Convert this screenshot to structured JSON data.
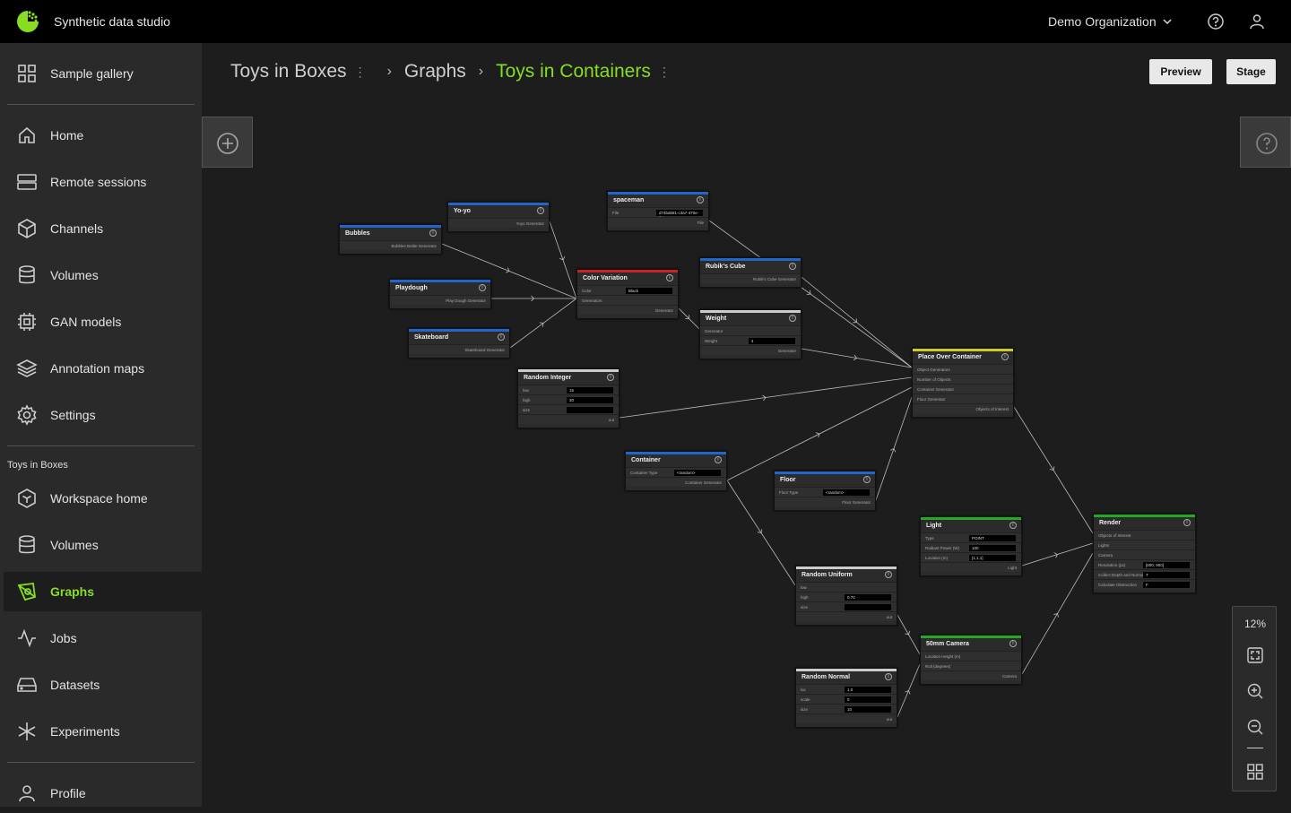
{
  "header": {
    "app_title": "Synthetic data studio",
    "organization": "Demo Organization"
  },
  "sidebar": {
    "items": [
      {
        "label": "Sample gallery",
        "icon": "grid-icon"
      },
      {
        "label": "Home",
        "icon": "home-icon"
      },
      {
        "label": "Remote sessions",
        "icon": "server-icon"
      },
      {
        "label": "Channels",
        "icon": "cube-icon"
      },
      {
        "label": "Volumes",
        "icon": "database-icon"
      },
      {
        "label": "GAN models",
        "icon": "chip-icon"
      },
      {
        "label": "Annotation maps",
        "icon": "layers-icon"
      },
      {
        "label": "Settings",
        "icon": "gear-icon"
      }
    ],
    "workspace_label": "Toys in Boxes",
    "workspace_items": [
      {
        "label": "Workspace home",
        "icon": "cube-outline-icon"
      },
      {
        "label": "Volumes",
        "icon": "database-icon"
      },
      {
        "label": "Graphs",
        "icon": "graph-icon",
        "active": true
      },
      {
        "label": "Jobs",
        "icon": "activity-icon"
      },
      {
        "label": "Datasets",
        "icon": "drive-icon"
      },
      {
        "label": "Experiments",
        "icon": "asterisk-icon"
      }
    ],
    "profile_label": "Profile"
  },
  "breadcrumb": {
    "workspace": "Toys in Boxes",
    "section": "Graphs",
    "current": "Toys in Containers"
  },
  "actions": {
    "preview": "Preview",
    "stage": "Stage"
  },
  "zoom": {
    "level": "12%"
  },
  "colors": {
    "accent": "#88dd22",
    "node_blue": "#2266cc",
    "node_red": "#cc2222",
    "node_white": "#cccccc",
    "node_yellow": "#cccc22",
    "node_green": "#22aa22"
  },
  "graph": {
    "nodes": [
      {
        "id": "bubbles",
        "title": "Bubbles",
        "color": "node_blue",
        "rows": [
          {
            "label": "Bubbles Bottle Generator",
            "type": "out"
          }
        ]
      },
      {
        "id": "yoyo",
        "title": "Yo-yo",
        "color": "node_blue",
        "rows": [
          {
            "label": "Yoyo Generator",
            "type": "out"
          }
        ]
      },
      {
        "id": "spaceman",
        "title": "spaceman",
        "color": "node_blue",
        "rows": [
          {
            "label": "File",
            "type": "in",
            "value": "d74bab81-c3a7-470e-a"
          },
          {
            "label": "File",
            "type": "out"
          }
        ]
      },
      {
        "id": "playdough",
        "title": "Playdough",
        "color": "node_blue",
        "rows": [
          {
            "label": "Play Dough Generator",
            "type": "out"
          }
        ]
      },
      {
        "id": "colorvar",
        "title": "Color Variation",
        "color": "node_red",
        "rows": [
          {
            "label": "Color",
            "type": "in",
            "value": "Black"
          },
          {
            "label": "Generators",
            "type": "in"
          },
          {
            "label": "Generator",
            "type": "out"
          }
        ]
      },
      {
        "id": "rubik",
        "title": "Rubik's Cube",
        "color": "node_blue",
        "rows": [
          {
            "label": "Rubik's Cube Generator",
            "type": "out"
          }
        ]
      },
      {
        "id": "skateboard",
        "title": "Skateboard",
        "color": "node_blue",
        "rows": [
          {
            "label": "Skateboard Generator",
            "type": "out"
          }
        ]
      },
      {
        "id": "weight",
        "title": "Weight",
        "color": "node_white",
        "rows": [
          {
            "label": "Generator",
            "type": "in"
          },
          {
            "label": "Weight",
            "type": "in",
            "value": "4"
          },
          {
            "label": "Generator",
            "type": "out"
          }
        ]
      },
      {
        "id": "randint",
        "title": "Random Integer",
        "color": "node_white",
        "rows": [
          {
            "label": "low",
            "type": "in",
            "value": "15"
          },
          {
            "label": "high",
            "type": "in",
            "value": "30"
          },
          {
            "label": "size",
            "type": "in",
            "value": ""
          },
          {
            "label": "out",
            "type": "out"
          }
        ]
      },
      {
        "id": "place",
        "title": "Place Over Container",
        "color": "node_yellow",
        "rows": [
          {
            "label": "Object Generators",
            "type": "in"
          },
          {
            "label": "Number of Objects",
            "type": "in"
          },
          {
            "label": "Container Generator",
            "type": "in"
          },
          {
            "label": "Floor Generator",
            "type": "in"
          },
          {
            "label": "Objects of Interest",
            "type": "out"
          }
        ]
      },
      {
        "id": "container",
        "title": "Container",
        "color": "node_blue",
        "rows": [
          {
            "label": "Container Type",
            "type": "in",
            "value": "<random>"
          },
          {
            "label": "Container Generator",
            "type": "out"
          }
        ]
      },
      {
        "id": "floor",
        "title": "Floor",
        "color": "node_blue",
        "rows": [
          {
            "label": "Floor Type",
            "type": "in",
            "value": "<random>"
          },
          {
            "label": "Floor Generator",
            "type": "out"
          }
        ]
      },
      {
        "id": "light",
        "title": "Light",
        "color": "node_green",
        "rows": [
          {
            "label": "Type",
            "type": "in",
            "value": "POINT"
          },
          {
            "label": "Radiant Power (W)",
            "type": "in",
            "value": "100"
          },
          {
            "label": "Location (m)",
            "type": "in",
            "value": "[1,1,1]"
          },
          {
            "label": "Light",
            "type": "out"
          }
        ]
      },
      {
        "id": "render",
        "title": "Render",
        "color": "node_green",
        "rows": [
          {
            "label": "Objects of Interest",
            "type": "in"
          },
          {
            "label": "Lights",
            "type": "in"
          },
          {
            "label": "Camera",
            "type": "in"
          },
          {
            "label": "Resolution (px)",
            "type": "in",
            "value": "[600, 900]"
          },
          {
            "label": "Collect Depth and Normal Map",
            "type": "in",
            "value": "T"
          },
          {
            "label": "Calculate Obstruction",
            "type": "in",
            "value": "F"
          }
        ]
      },
      {
        "id": "randuni",
        "title": "Random Uniform",
        "color": "node_white",
        "rows": [
          {
            "label": "low",
            "type": "in"
          },
          {
            "label": "high",
            "type": "in",
            "value": "0.70"
          },
          {
            "label": "size",
            "type": "in",
            "value": ""
          },
          {
            "label": "out",
            "type": "out"
          }
        ]
      },
      {
        "id": "camera",
        "title": "50mm Camera",
        "color": "node_green",
        "rows": [
          {
            "label": "Location Height (m)",
            "type": "in"
          },
          {
            "label": "Roll (degrees)",
            "type": "in"
          },
          {
            "label": "Camera",
            "type": "out"
          }
        ]
      },
      {
        "id": "randnorm",
        "title": "Random Normal",
        "color": "node_white",
        "rows": [
          {
            "label": "loc",
            "type": "in",
            "value": "1.0"
          },
          {
            "label": "scale",
            "type": "in",
            "value": "0"
          },
          {
            "label": "size",
            "type": "in",
            "value": "10"
          },
          {
            "label": "out",
            "type": "out"
          }
        ]
      }
    ]
  }
}
